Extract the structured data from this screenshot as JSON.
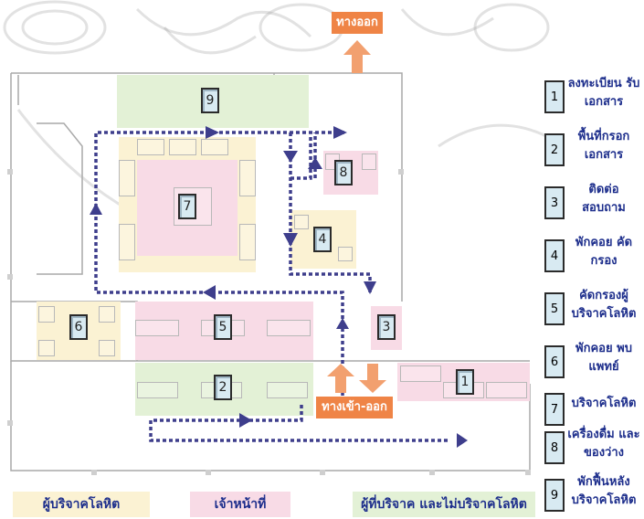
{
  "exits": {
    "top": "ทางออก",
    "bottom": "ทางเข้า-ออก"
  },
  "stations": [
    {
      "num": "1",
      "label": "ลงทะเบียน รับเอกสาร"
    },
    {
      "num": "2",
      "label": "พื้นที่กรอก เอกสาร"
    },
    {
      "num": "3",
      "label": "ติดต่อ สอบถาม"
    },
    {
      "num": "4",
      "label": "พักคอย คัดกรอง"
    },
    {
      "num": "5",
      "label": "คัดกรองผู้ บริจาคโลหิต"
    },
    {
      "num": "6",
      "label": "พักคอย พบแพทย์"
    },
    {
      "num": "7",
      "label": "บริจาคโลหิต"
    },
    {
      "num": "8",
      "label": "เครื่องดื่ม และของว่าง"
    },
    {
      "num": "9",
      "label": "พักฟื้นหลัง บริจาคโลหิต"
    }
  ],
  "bottom_legend": {
    "donor": "ผู้บริจาคโลหิต",
    "staff": "เจ้าหน้าที่",
    "all": "ผู้ที่บริจาค และไม่บริจาคโลหิต"
  },
  "colors": {
    "donor": "#fbf2d3",
    "staff": "#f8dbe6",
    "all": "#e3f1d6",
    "path": "#3e3e8c",
    "exit": "#ef8446",
    "text": "#1d2e8c"
  },
  "icons": {
    "path-arrow": "arrow-icon",
    "exit-arrow": "exit-arrow-icon"
  }
}
